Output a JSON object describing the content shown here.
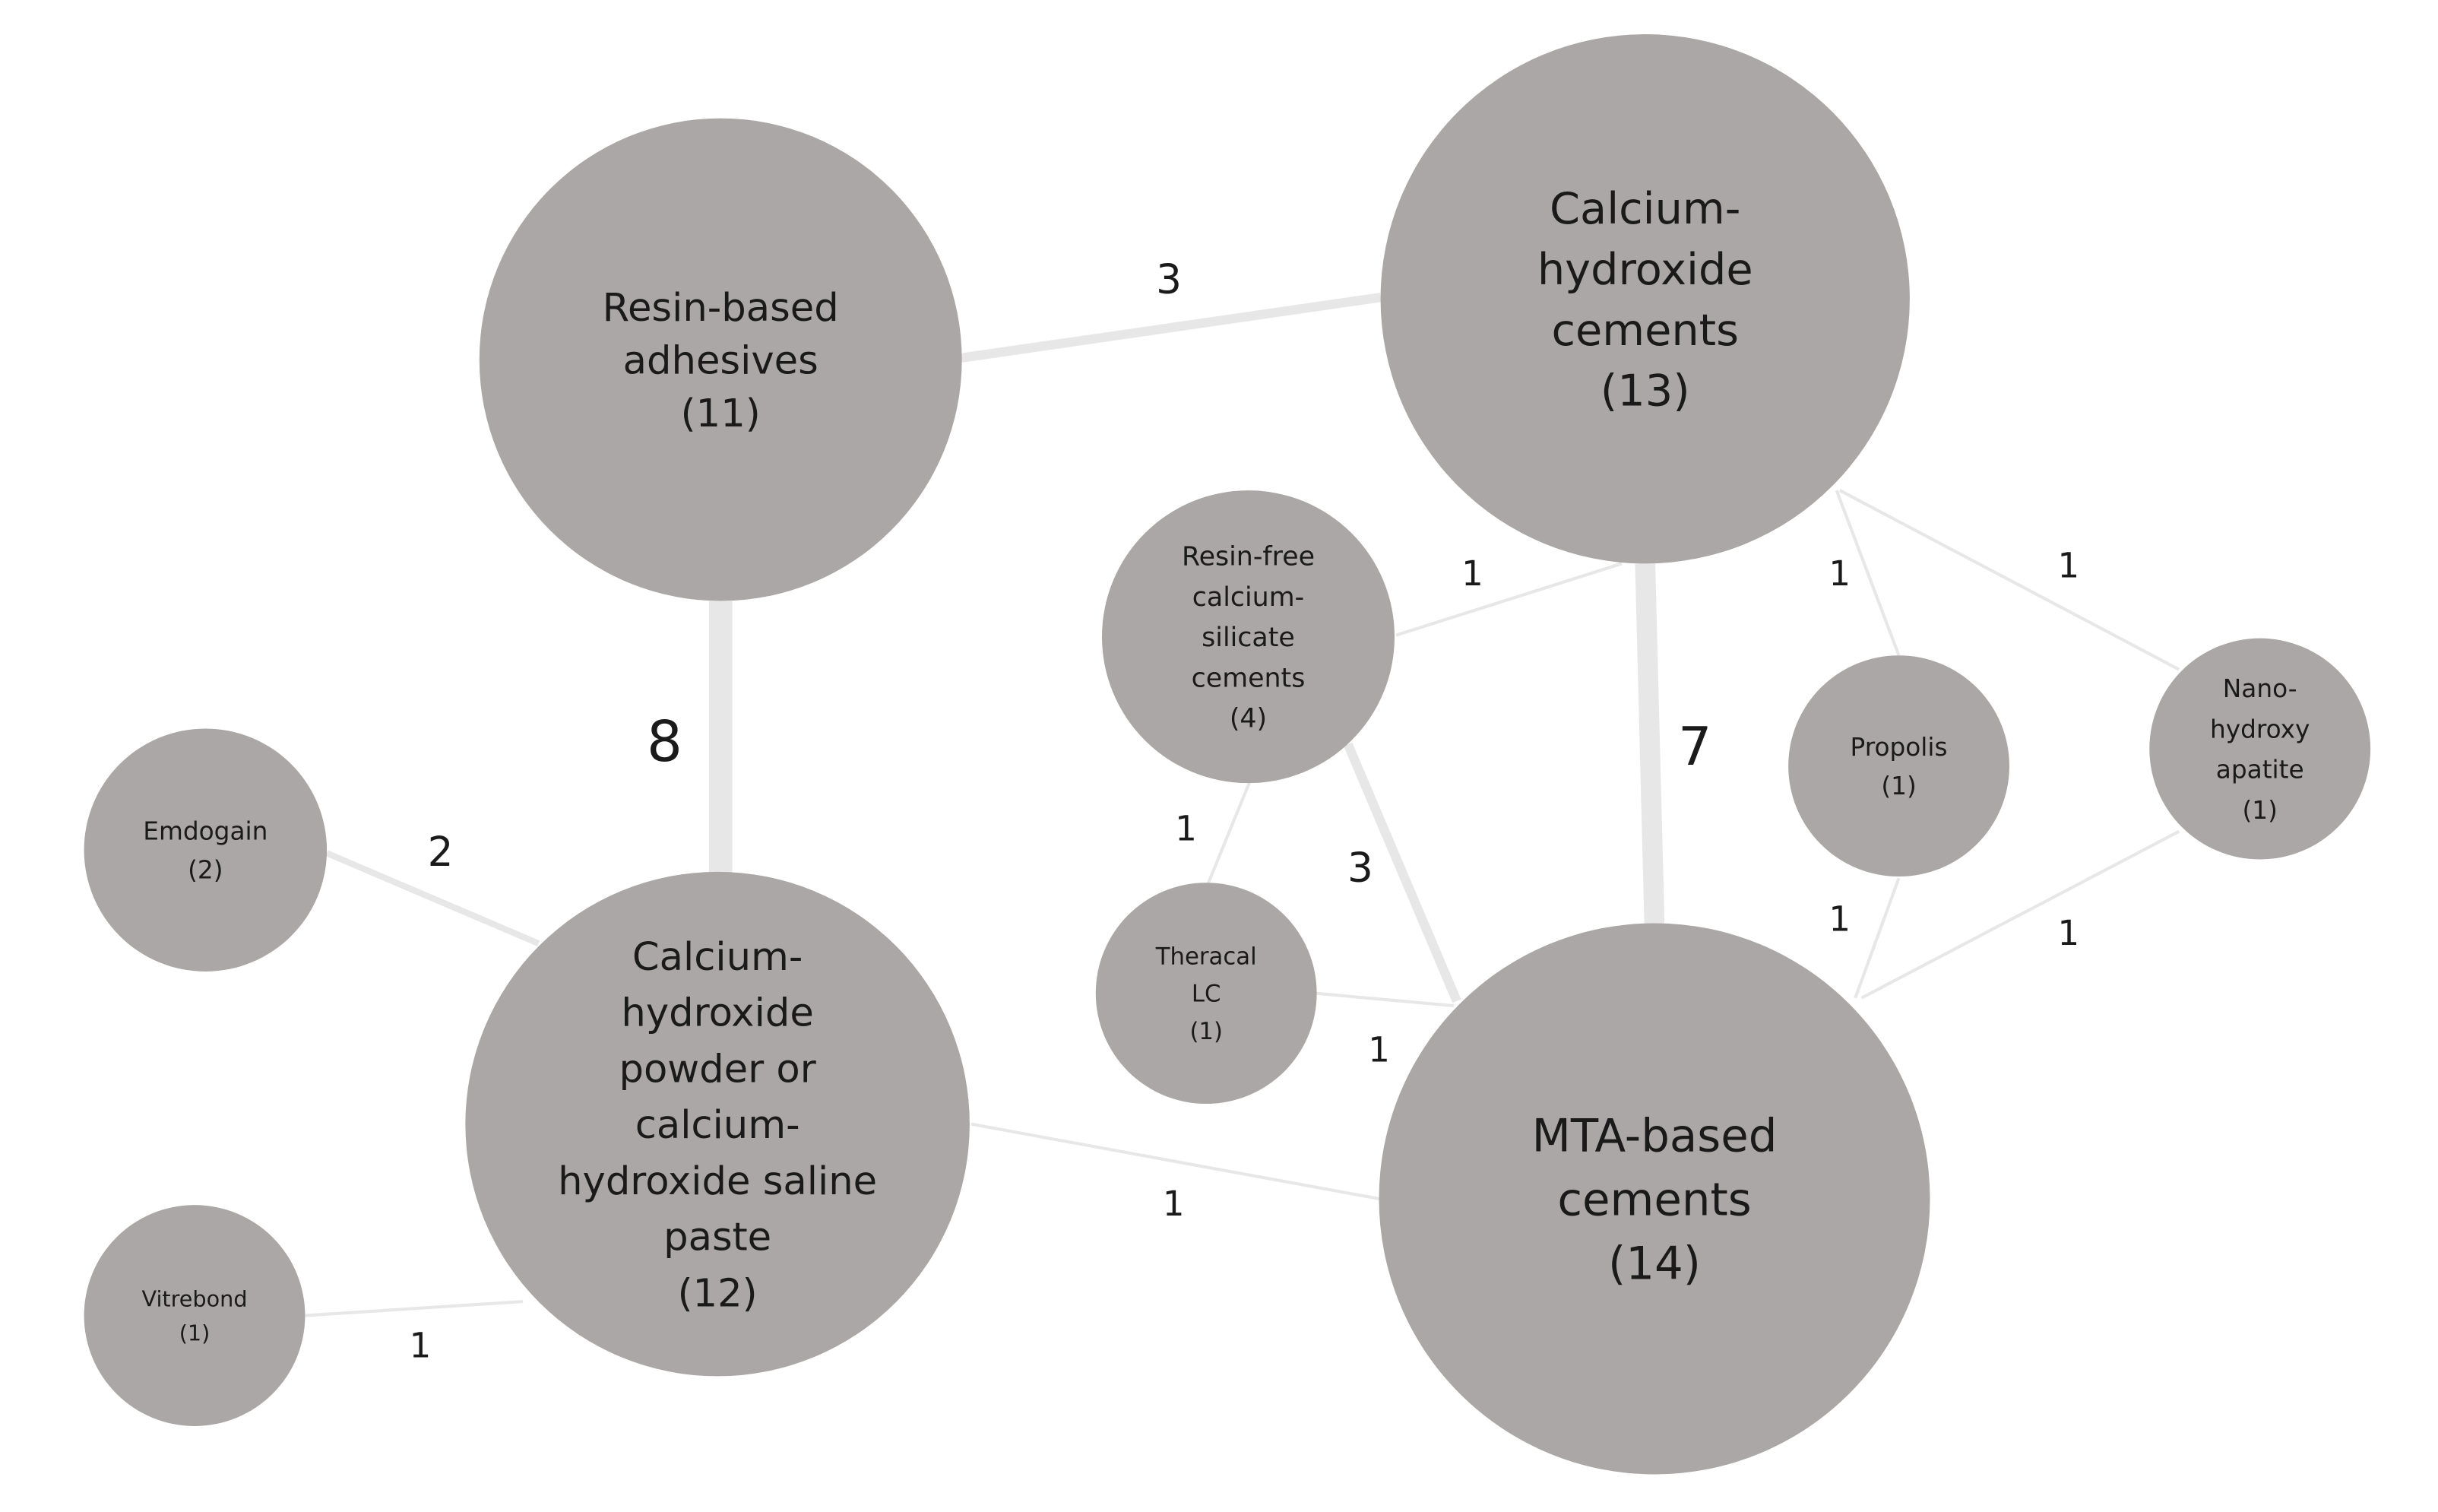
{
  "nodes": [
    {
      "id": "resin-based-adhesives",
      "lines": [
        "Resin-based",
        "adhesives",
        "(11)"
      ]
    },
    {
      "id": "calcium-hydroxide-cements",
      "lines": [
        "Calcium-",
        "hydroxide",
        "cements",
        "(13)"
      ]
    },
    {
      "id": "resin-free-calcium-silicate-cements",
      "lines": [
        "Resin-free",
        "calcium-",
        "silicate",
        "cements",
        "(4)"
      ]
    },
    {
      "id": "emdogain",
      "lines": [
        "Emdogain",
        "(2)"
      ]
    },
    {
      "id": "calcium-hydroxide-powder",
      "lines": [
        "Calcium-",
        "hydroxide",
        "powder or",
        "calcium-",
        "hydroxide saline",
        "paste",
        "(12)"
      ]
    },
    {
      "id": "theracal-lc",
      "lines": [
        "Theracal",
        "LC",
        "(1)"
      ]
    },
    {
      "id": "mta-based-cements",
      "lines": [
        "MTA-based",
        "cements",
        "(14)"
      ]
    },
    {
      "id": "propolis",
      "lines": [
        "Propolis",
        "(1)"
      ]
    },
    {
      "id": "nano-hydroxy-apatite",
      "lines": [
        "Nano-",
        "hydroxy",
        "apatite",
        "(1)"
      ]
    },
    {
      "id": "vitrebond",
      "lines": [
        "Vitrebond",
        "(1)"
      ]
    }
  ],
  "edges": [
    {
      "id": "resin-adhesives-to-ca-oh-cements",
      "from": "resin-based-adhesives",
      "to": "calcium-hydroxide-cements",
      "label": "3"
    },
    {
      "id": "resin-adhesives-to-ca-oh-powder",
      "from": "resin-based-adhesives",
      "to": "calcium-hydroxide-powder",
      "label": "8"
    },
    {
      "id": "ca-oh-cements-to-mta",
      "from": "calcium-hydroxide-cements",
      "to": "mta-based-cements",
      "label": "7"
    },
    {
      "id": "ca-oh-cements-to-resin-free",
      "from": "calcium-hydroxide-cements",
      "to": "resin-free-calcium-silicate-cements",
      "label": "1"
    },
    {
      "id": "ca-oh-cements-to-propolis",
      "from": "calcium-hydroxide-cements",
      "to": "propolis",
      "label": "1"
    },
    {
      "id": "ca-oh-cements-to-nano-ha",
      "from": "calcium-hydroxide-cements",
      "to": "nano-hydroxy-apatite",
      "label": "1"
    },
    {
      "id": "resin-free-to-theracal",
      "from": "resin-free-calcium-silicate-cements",
      "to": "theracal-lc",
      "label": "1"
    },
    {
      "id": "resin-free-to-mta",
      "from": "resin-free-calcium-silicate-cements",
      "to": "mta-based-cements",
      "label": "3"
    },
    {
      "id": "theracal-to-mta",
      "from": "theracal-lc",
      "to": "mta-based-cements",
      "label": "1"
    },
    {
      "id": "propolis-to-mta",
      "from": "propolis",
      "to": "mta-based-cements",
      "label": "1"
    },
    {
      "id": "nano-ha-to-mta",
      "from": "nano-hydroxy-apatite",
      "to": "mta-based-cements",
      "label": "1"
    },
    {
      "id": "emdogain-to-ca-oh-powder",
      "from": "emdogain",
      "to": "calcium-hydroxide-powder",
      "label": "2"
    },
    {
      "id": "vitrebond-to-ca-oh-powder",
      "from": "vitrebond",
      "to": "calcium-hydroxide-powder",
      "label": "1"
    },
    {
      "id": "ca-oh-powder-to-mta",
      "from": "calcium-hydroxide-powder",
      "to": "mta-based-cements",
      "label": "1"
    }
  ],
  "colors": {
    "node_fill": "#aba7a6",
    "edge_stroke": "#e7e7e7",
    "text": "#1a1a1a",
    "background": "#ffffff"
  }
}
